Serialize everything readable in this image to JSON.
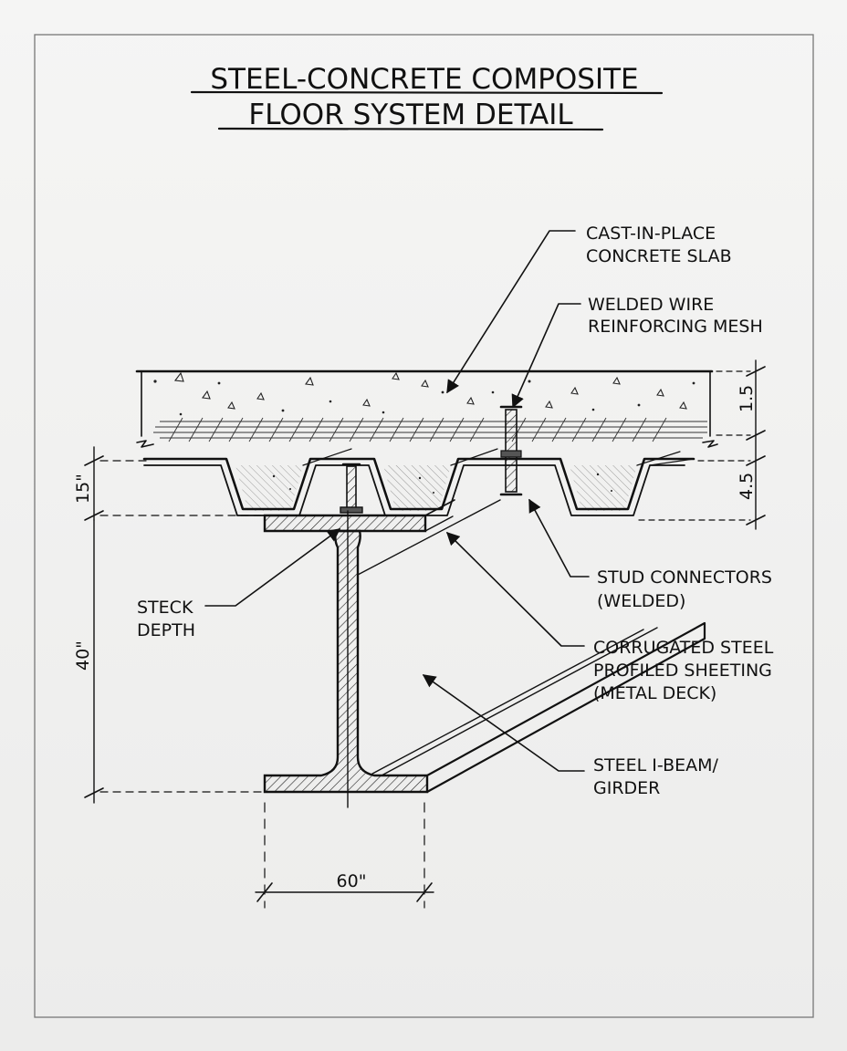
{
  "title": {
    "line1": "STEEL-CONCRETE COMPOSITE",
    "line2": "FLOOR SYSTEM DETAIL"
  },
  "callouts": {
    "slab": {
      "line1": "CAST-IN-PLACE",
      "line2": "CONCRETE SLAB"
    },
    "mesh": {
      "line1": "WELDED WIRE",
      "line2": "REINFORCING MESH"
    },
    "studs": {
      "line1": "STUD CONNECTORS",
      "line2": "(WELDED)"
    },
    "deck": {
      "line1": "CORRUGATED STEEL",
      "line2": "PROFILED SHEETING",
      "line3": "(METAL DECK)"
    },
    "beam": {
      "line1": "STEEL I-BEAM/",
      "line2": "GIRDER"
    },
    "steck": {
      "line1": "STECK",
      "line2": "DEPTH"
    }
  },
  "dimensions": {
    "slab_top": "1.5",
    "deck_height": "4.5",
    "left_top": "15\"",
    "beam_depth": "40\"",
    "flange_width": "60\""
  }
}
